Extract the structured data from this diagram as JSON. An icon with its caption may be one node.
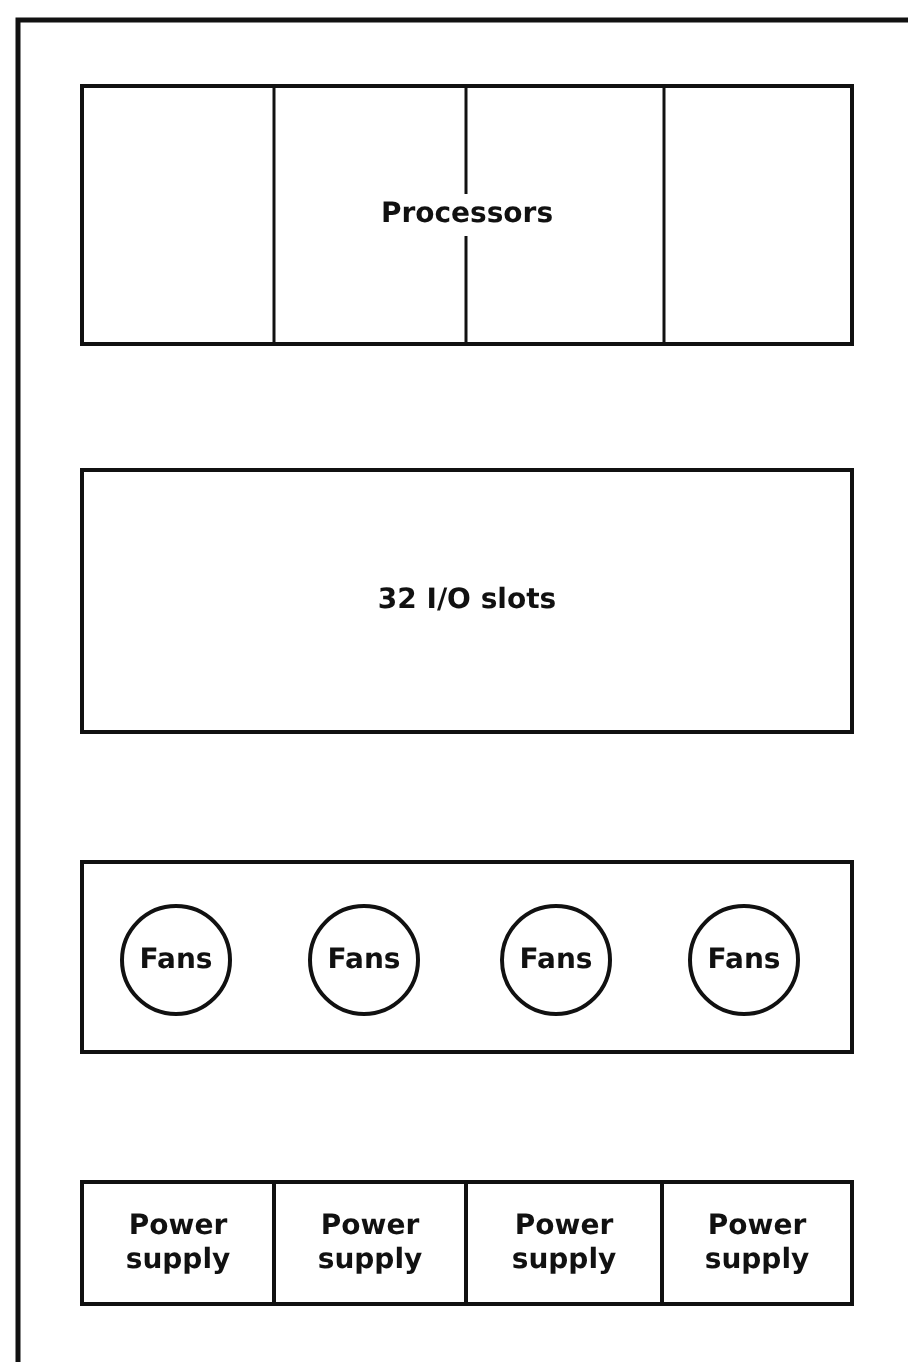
{
  "diagram": {
    "nodes": [
      {
        "text": [
          "Processors"
        ]
      },
      {
        "text": [
          "32 I/O slots"
        ]
      },
      {
        "text": [],
        "shape": "box"
      },
      {
        "text": [
          "Fans"
        ],
        "in": 2
      },
      {
        "text": [
          "Fans"
        ],
        "in": 2
      },
      {
        "text": [
          "Fans"
        ],
        "in": 2
      },
      {
        "text": [
          "Fans"
        ],
        "in": 2
      },
      {
        "text": [
          "Power supply"
        ]
      },
      {
        "text": [
          "Power supply"
        ]
      },
      {
        "text": [
          "Power supply"
        ]
      },
      {
        "text": [
          "Power supply"
        ]
      }
    ]
  }
}
